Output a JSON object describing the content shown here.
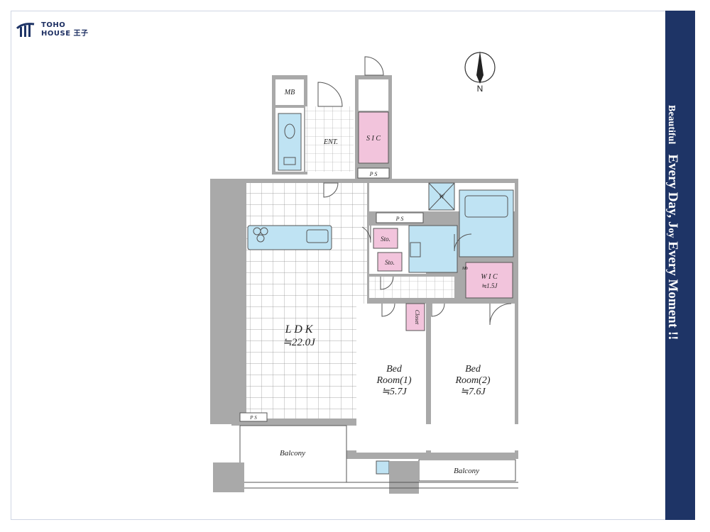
{
  "brand": {
    "line1": "TOHO",
    "line2": "HOUSE 王子",
    "color": "#1e3466"
  },
  "slogan": {
    "word1": "Beautiful",
    "rest": "Every Day, J",
    "joy_small": "oy",
    "tail": " Every Moment !!"
  },
  "compass": {
    "label": "N"
  },
  "rooms": {
    "mb": "MB",
    "ent": "ENT.",
    "sic": "S I C",
    "ps_top": "P S",
    "ps_mid": "P S",
    "ps_balcony": "P S",
    "washer": "W",
    "storage1": "Sto.",
    "storage2": "Sto.",
    "mb_small": "Mb",
    "wic_name": "W I C",
    "wic_area": "≒1.5J",
    "closet": "Closet",
    "ldk_name": "L D K",
    "ldk_area": "≒22.0J",
    "bed1_line1": "Bed",
    "bed1_line2": "Room(1)",
    "bed1_area": "≒5.7J",
    "bed2_line1": "Bed",
    "bed2_line2": "Room(2)",
    "bed2_area": "≒7.6J",
    "balcony1": "Balcony",
    "balcony2": "Balcony"
  },
  "colors": {
    "wall": "#a9a9a9",
    "wet": "#bfe3f3",
    "storage": "#f2c4dc",
    "sidebar": "#1e3466",
    "frame": "#cfd6e4"
  },
  "icons": [
    "logo-mark-icon",
    "compass-icon"
  ]
}
